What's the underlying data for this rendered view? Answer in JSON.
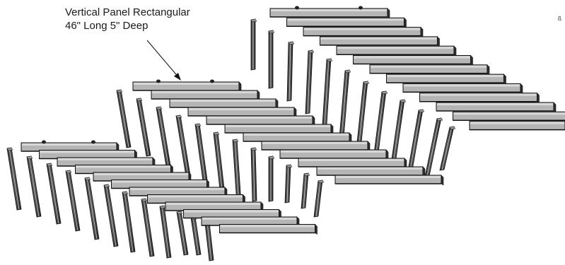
{
  "callout": {
    "line1": "Vertical Panel Rectangular",
    "line2": "46\" Long 5\" Deep"
  },
  "edge_mark": "ß",
  "colors": {
    "panel_top": "#b5b5b5",
    "panel_side": "#2e2e2e",
    "outline": "#111111",
    "highlight": "#d8d8d8"
  }
}
